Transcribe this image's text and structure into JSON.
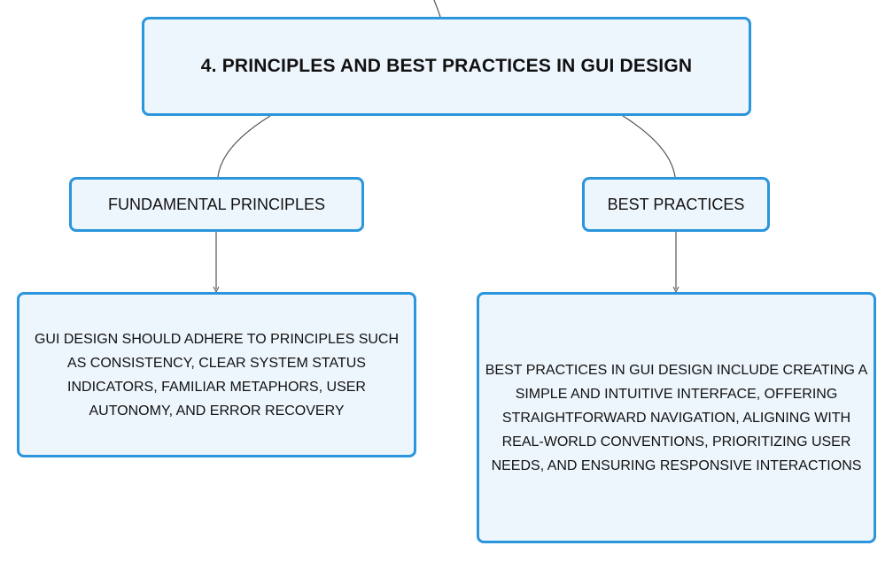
{
  "main_topic": {
    "label": "4. PRINCIPLES AND BEST PRACTICES IN GUI DESIGN"
  },
  "branches": [
    {
      "label": "FUNDAMENTAL PRINCIPLES",
      "description": "GUI DESIGN SHOULD ADHERE TO PRINCIPLES SUCH AS CONSISTENCY, CLEAR SYSTEM STATUS INDICATORS, FAMILIAR METAPHORS, USER AUTONOMY, AND ERROR RECOVERY"
    },
    {
      "label": "BEST PRACTICES",
      "description": "BEST PRACTICES IN GUI DESIGN INCLUDE CREATING A SIMPLE AND INTUITIVE INTERFACE, OFFERING STRAIGHTFORWARD NAVIGATION, ALIGNING WITH REAL-WORLD CONVENTIONS, PRIORITIZING USER NEEDS, AND ENSURING RESPONSIVE INTERACTIONS"
    }
  ],
  "colors": {
    "node_border": "#2b95dd",
    "node_fill": "#eef6fd",
    "connector": "#555555",
    "text": "#111111"
  }
}
